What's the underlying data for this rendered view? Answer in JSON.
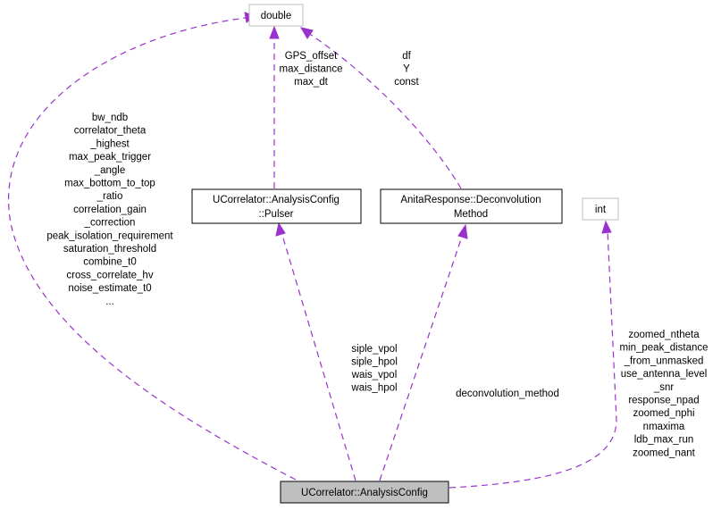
{
  "nodes": {
    "double": "double",
    "int": "int",
    "pulser": [
      "UCorrelator::AnalysisConfig",
      "::Pulser"
    ],
    "deconv": [
      "AnitaResponse::Deconvolution",
      "Method"
    ],
    "main": "UCorrelator::AnalysisConfig"
  },
  "edges": {
    "left_double": [
      "bw_ndb",
      "correlator_theta",
      "_highest",
      "max_peak_trigger",
      "_angle",
      "max_bottom_to_top",
      "_ratio",
      "correlation_gain",
      "_correction",
      "peak_isolation_requirement",
      "saturation_threshold",
      "combine_t0",
      "cross_correlate_hv",
      "noise_estimate_t0",
      "..."
    ],
    "pulser_double": [
      "GPS_offset",
      "max_distance",
      "max_dt"
    ],
    "deconv_double": [
      "df",
      "Y",
      "const"
    ],
    "main_pulser": [
      "siple_vpol",
      "siple_hpol",
      "wais_vpol",
      "wais_hpol"
    ],
    "main_deconv": [
      "deconvolution_method"
    ],
    "main_int": [
      "zoomed_ntheta",
      "min_peak_distance",
      "_from_unmasked",
      "use_antenna_level",
      "_snr",
      "response_npad",
      "zoomed_nphi",
      "nmaxima",
      "ldb_max_run",
      "zoomed_nant"
    ]
  }
}
